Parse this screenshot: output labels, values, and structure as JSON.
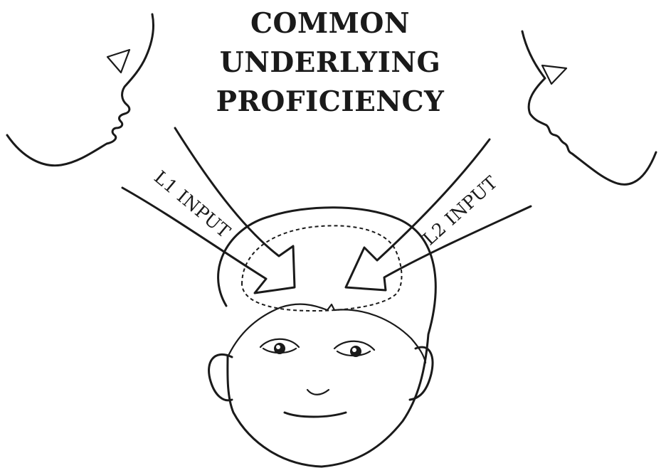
{
  "title": {
    "line1": "COMMON",
    "line2": "UNDERLYING",
    "line3": "PROFICIENCY"
  },
  "arrows": {
    "left_label": "L1 INPUT",
    "right_label": "L2 INPUT"
  }
}
